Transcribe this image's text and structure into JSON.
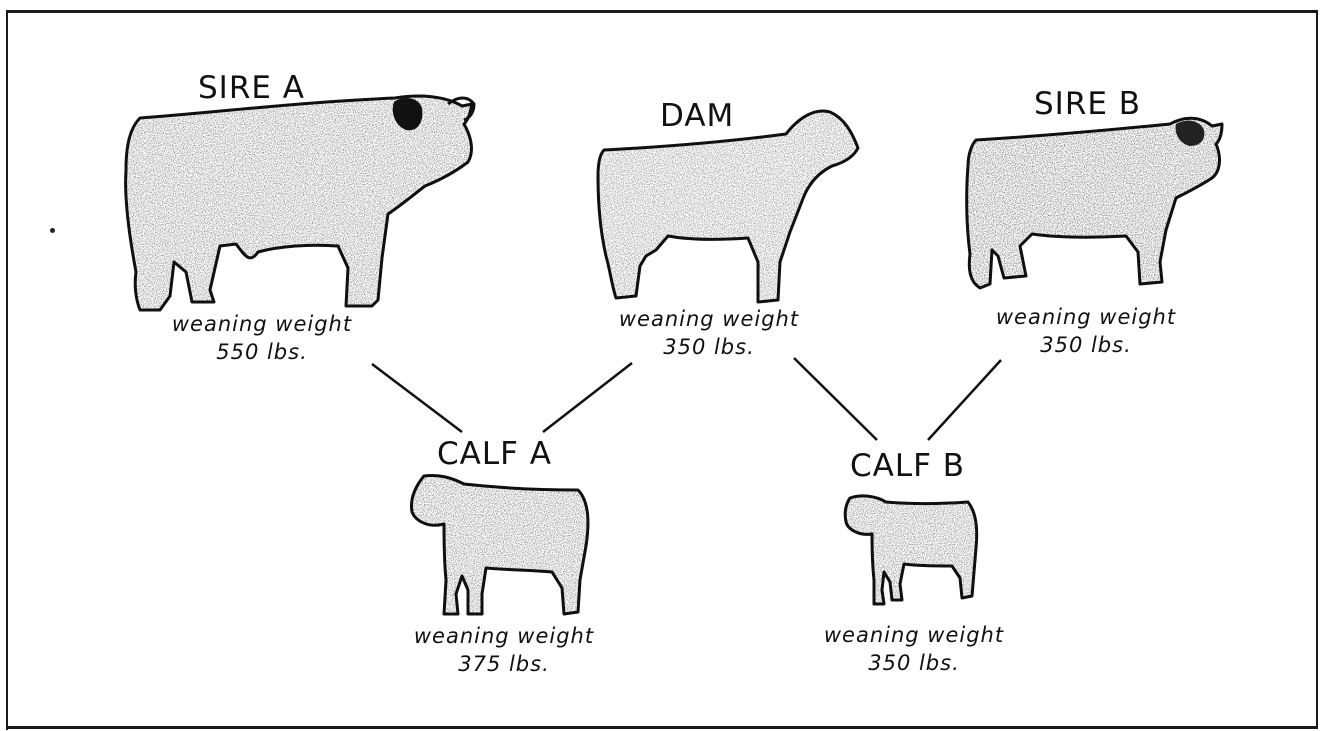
{
  "animals": {
    "sire_a": {
      "name": "SIRE A",
      "caption": "weaning weight",
      "weight": "550 lbs."
    },
    "dam": {
      "name": "DAM",
      "caption": "weaning weight",
      "weight": "350 lbs."
    },
    "sire_b": {
      "name": "SIRE B",
      "caption": "weaning weight",
      "weight": "350 lbs."
    },
    "calf_a": {
      "name": "CALF A",
      "caption": "weaning weight",
      "weight": "375 lbs."
    },
    "calf_b": {
      "name": "CALF B",
      "caption": "weaning weight",
      "weight": "350 lbs."
    }
  },
  "lineage": [
    {
      "parent": "SIRE A",
      "child": "CALF A"
    },
    {
      "parent": "DAM",
      "child": "CALF A"
    },
    {
      "parent": "DAM",
      "child": "CALF B"
    },
    {
      "parent": "SIRE B",
      "child": "CALF B"
    }
  ],
  "colors": {
    "ink": "#111111",
    "stipple": "#555555",
    "paper": "#ffffff"
  }
}
